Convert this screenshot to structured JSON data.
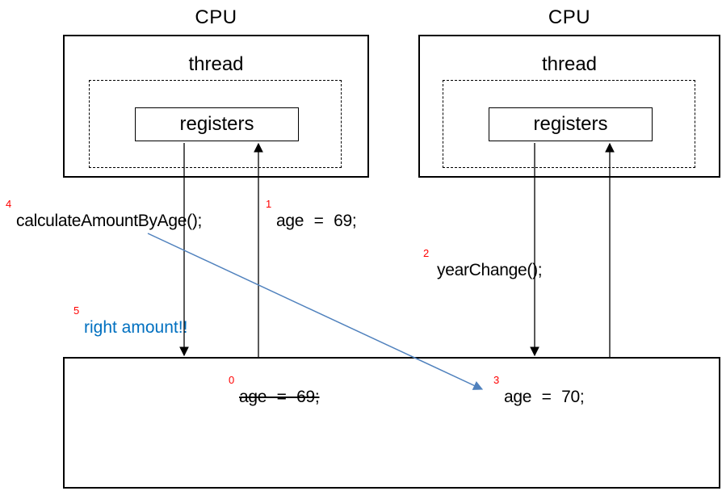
{
  "cpu_left": {
    "title": "CPU",
    "thread_label": "thread",
    "registers_label": "registers"
  },
  "cpu_right": {
    "title": "CPU",
    "thread_label": "thread",
    "registers_label": "registers"
  },
  "labels": {
    "calc": {
      "num": "4",
      "text": "calculateAmountByAge();"
    },
    "age_top": {
      "num": "1",
      "text": "age = 69;"
    },
    "year_change": {
      "num": "2",
      "text": "yearChange();"
    },
    "right_amount": {
      "num": "5",
      "text": "right amount!!"
    },
    "age_old": {
      "num": "0",
      "text": "age = 69;"
    },
    "age_new": {
      "num": "3",
      "text": "age = 70;"
    }
  },
  "colors": {
    "step_number": "#ff0000",
    "highlight_text": "#0070c0",
    "arrow_blue": "#4f81bd",
    "line_black": "#000000"
  }
}
